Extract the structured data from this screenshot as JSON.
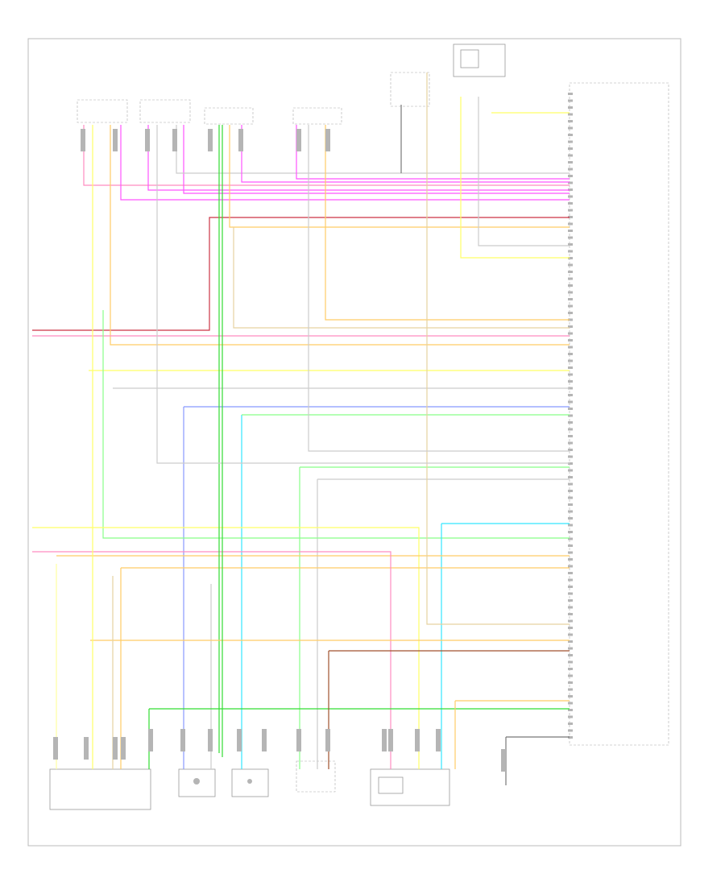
{
  "diagram": {
    "footer_code": "",
    "colors": {
      "pink": "#ff8cc0",
      "magenta": "#ff55ff",
      "yellow": "#ffff66",
      "orange": "#ffcc66",
      "tan": "#e6d2a0",
      "green": "#33dd33",
      "light_green": "#88ff88",
      "cyan": "#33e6ff",
      "blue": "#8899ff",
      "red": "#cc3344",
      "gray": "#cccccc",
      "dark_gray": "#777777",
      "brown": "#a0522d",
      "black": "#222222",
      "light_yellow": "#ffffa0"
    },
    "components": [
      {
        "id": "o2-sensor-1",
        "label": ""
      },
      {
        "id": "o2-sensor-2",
        "label": ""
      },
      {
        "id": "o2-sensor-3",
        "label": ""
      },
      {
        "id": "o2-sensor-4",
        "label": ""
      },
      {
        "id": "knock-sensor-left",
        "label": ""
      },
      {
        "id": "fuel-level-sender",
        "label": ""
      },
      {
        "id": "ecm",
        "label": ""
      },
      {
        "id": "throttle-body",
        "label": ""
      },
      {
        "id": "crank-sensor",
        "label": ""
      },
      {
        "id": "cam-sensor",
        "label": ""
      },
      {
        "id": "map-sensor",
        "label": ""
      },
      {
        "id": "pedal-position-sensor",
        "label": ""
      },
      {
        "id": "ground-point",
        "label": ""
      }
    ],
    "ecm_pin_labels": []
  }
}
